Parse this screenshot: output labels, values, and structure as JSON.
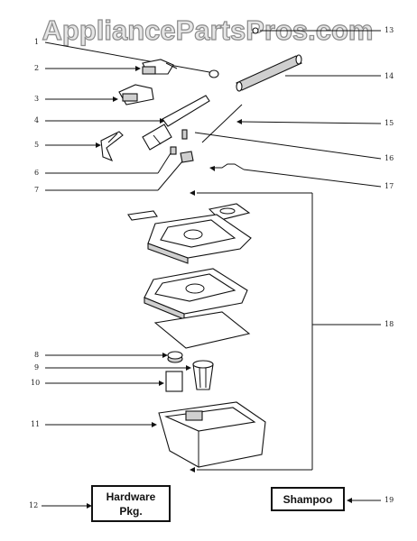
{
  "watermark": "AppliancePartsPros.com",
  "callouts": [
    "1",
    "2",
    "3",
    "4",
    "5",
    "6",
    "7",
    "8",
    "9",
    "10",
    "11",
    "12",
    "13",
    "14",
    "15",
    "16",
    "17",
    "18",
    "19"
  ],
  "boxes": {
    "hardware_line1": "Hardware",
    "hardware_line2": "Pkg.",
    "shampoo": "Shampoo"
  },
  "colors": {
    "ink": "#111111",
    "watermark": "#c8c8c8",
    "watermark_stroke": "#8a8a8a"
  }
}
